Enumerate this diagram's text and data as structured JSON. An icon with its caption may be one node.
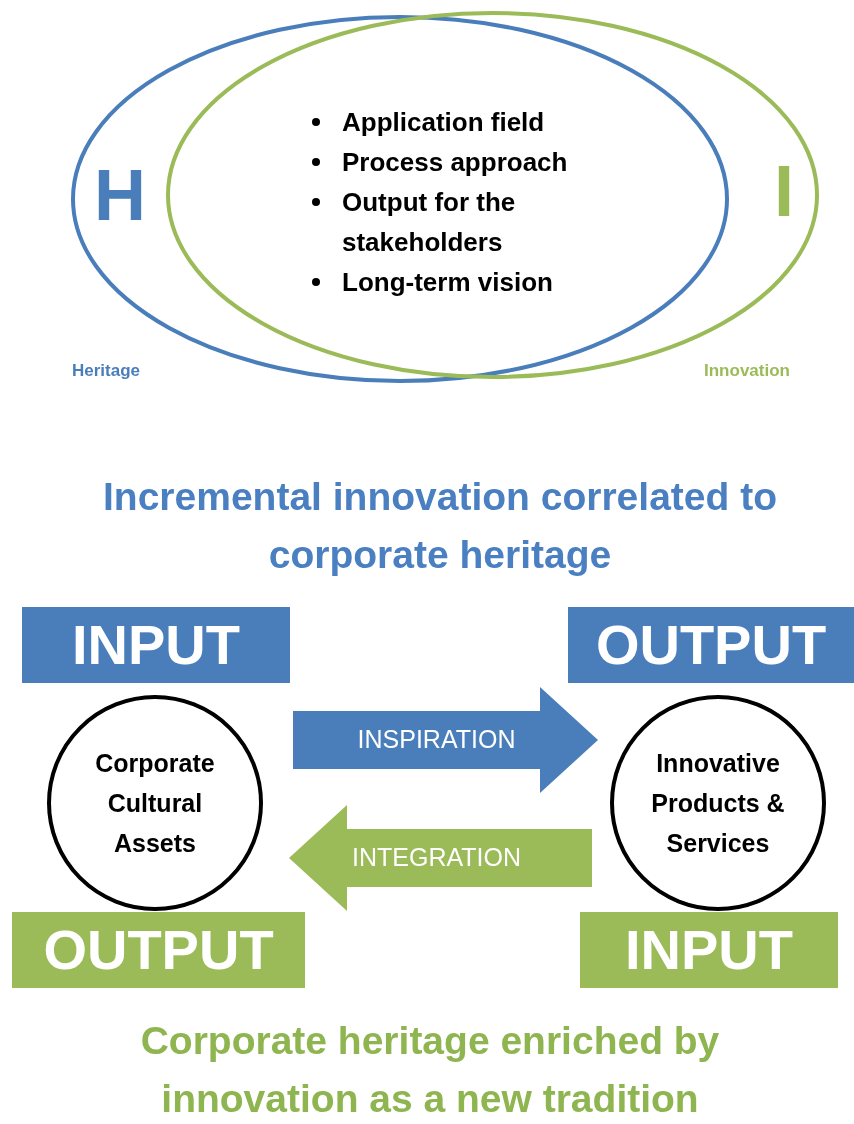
{
  "diagram": {
    "title": "Incremental innovation correlated to corporate heritage",
    "caption": "Corporate heritage enriched by innovation as a new tradition",
    "nodes": [
      {
        "text": [
          "H"
        ],
        "beside": [
          "Heritage"
        ]
      },
      {
        "text": [
          "I"
        ],
        "beside": [
          "Innovation"
        ]
      },
      {
        "text": [
          "INPUT"
        ]
      },
      {
        "text": [
          "OUTPUT"
        ]
      },
      {
        "text": [
          "Corporate Cultural Assets"
        ]
      },
      {
        "text": [
          "Innovative Products & Services"
        ]
      },
      {
        "text": [
          "OUTPUT"
        ]
      },
      {
        "text": [
          "INPUT"
        ]
      }
    ],
    "edges": [
      {
        "from": 4,
        "to": 5,
        "arrow": "to",
        "label": "INSPIRATION",
        "color": "#4a7ebb"
      },
      {
        "from": 5,
        "to": 4,
        "arrow": "to",
        "label": "INTEGRATION",
        "color": "#9bbb59"
      }
    ],
    "labels": [
      "Application field",
      "Process approach",
      "Output for the stakeholders",
      "Long-term vision"
    ]
  }
}
